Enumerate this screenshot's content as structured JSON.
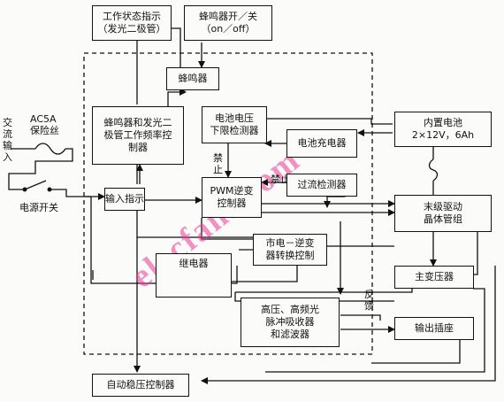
{
  "blocks": {
    "status": "工作状态指示\n（发光二极管）",
    "buzzer_switch": "蜂鸣器开／关\n（on／off）",
    "buzzer": "蜂鸣器",
    "buzzer_led_ctrl": "蜂鸣器和发光二\n极管工作频率控\n制器",
    "battery_low_detect": "电池电压\n下限检测器",
    "charger": "电池充电器",
    "battery": "内置电池\n2×12V，6Ah",
    "input_indicator": "输入指示",
    "pwm": "PWM逆变\n控制器",
    "overcurrent": "过流检测器",
    "driver": "末级驱动\n晶体管组",
    "transfer_ctrl": "市电－逆变\n器转换控制",
    "relay": "继电器",
    "main_transformer": "主变压器",
    "filter": "高压、高频光\n脉冲吸收器\n和滤波器",
    "output_socket": "输出插座",
    "avr": "自动稳压控制器"
  },
  "labels": {
    "ac_input": "交\n流\n输\n入",
    "fuse": "AC5A\n保险丝",
    "power_switch": "电源开关",
    "inhibit1": "禁\n止",
    "inhibit2": "禁止",
    "feedback": "反\n馈"
  },
  "watermark": "elecfans.com"
}
